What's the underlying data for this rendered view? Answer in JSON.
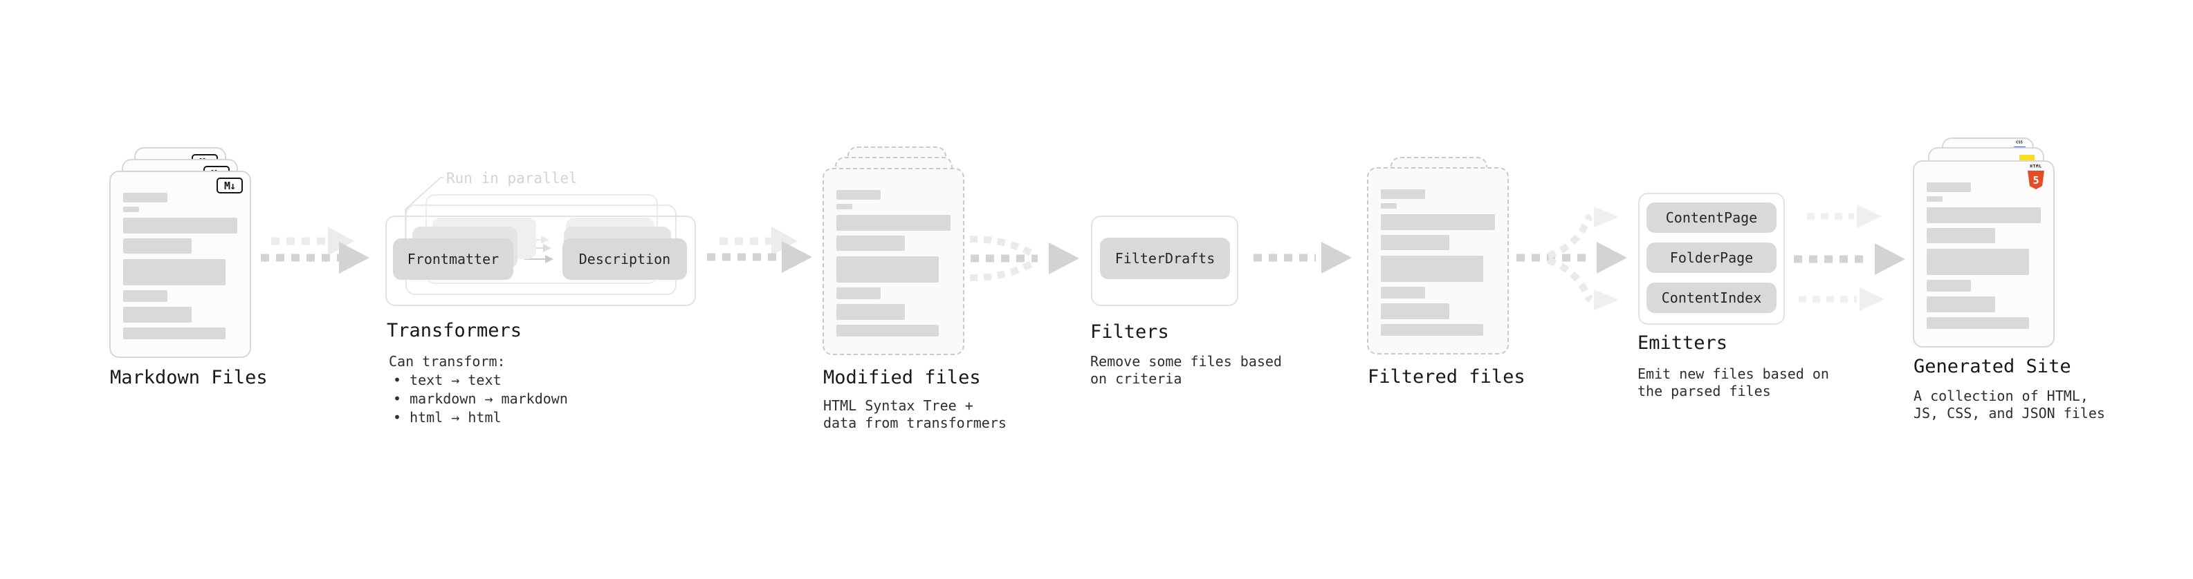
{
  "nodes": {
    "markdown_files": {
      "title": "Markdown Files",
      "badge_label": "M↓"
    },
    "transformers": {
      "title": "Transformers",
      "note": "Run in parallel",
      "pills": [
        "Frontmatter",
        "Description"
      ],
      "caption": "Can transform:",
      "bullets": [
        "• text → text",
        "• markdown → markdown",
        "• html → html"
      ]
    },
    "modified_files": {
      "title": "Modified files",
      "caption_lines": [
        "HTML Syntax Tree +",
        "data from transformers"
      ]
    },
    "filters": {
      "title": "Filters",
      "pills": [
        "FilterDrafts"
      ],
      "caption_lines": [
        "Remove some files based",
        "on criteria"
      ]
    },
    "filtered_files": {
      "title": "Filtered files"
    },
    "emitters": {
      "title": "Emitters",
      "pills": [
        "ContentPage",
        "FolderPage",
        "ContentIndex"
      ],
      "caption_lines": [
        "Emit new files based on",
        "the parsed files"
      ]
    },
    "generated_site": {
      "title": "Generated Site",
      "caption_lines": [
        "A collection of HTML,",
        "JS, CSS, and JSON files"
      ],
      "badges": {
        "css_label": "CSS",
        "html_label": "HTML",
        "html5_number": "5"
      }
    }
  },
  "colors": {
    "html5_orange": "#e44d26",
    "js_yellow": "#f7df1e",
    "css_blue": "#2962ff",
    "arrow_gray": "#d3d3d3",
    "arrow_light_gray": "#ececec",
    "pill_gray": "#d9d9d9"
  }
}
